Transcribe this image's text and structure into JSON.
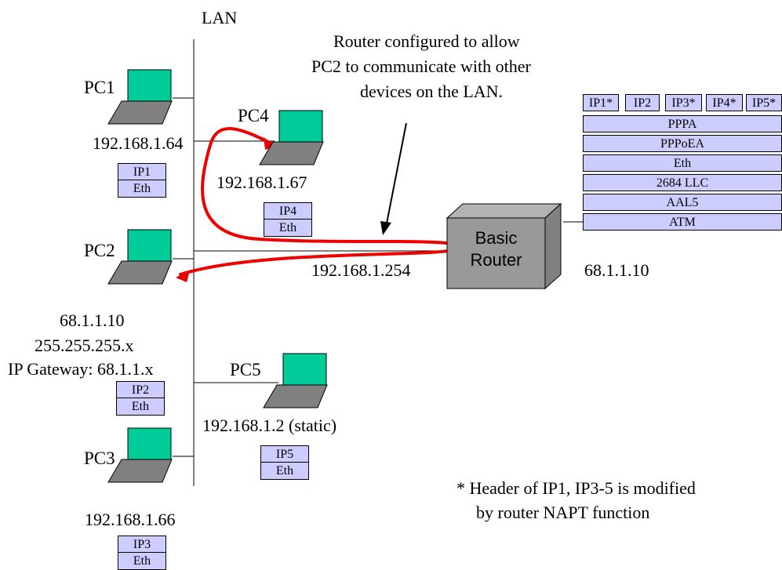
{
  "lan_label": "LAN",
  "callout": {
    "line1": "Router configured to allow",
    "line2": "PC2 to communicate with other",
    "line3": "devices on the LAN."
  },
  "pcs": {
    "pc1": {
      "name": "PC1",
      "ip": "192.168.1.64",
      "packet": [
        "IP1",
        "Eth"
      ]
    },
    "pc2": {
      "name": "PC2",
      "ip": "68.1.1.10",
      "mask": "255.255.255.x",
      "gateway": "IP Gateway: 68.1.1.x",
      "packet": [
        "IP2",
        "Eth"
      ]
    },
    "pc3": {
      "name": "PC3",
      "ip": "192.168.1.66",
      "packet": [
        "IP3",
        "Eth"
      ]
    },
    "pc4": {
      "name": "PC4",
      "ip": "192.168.1.67",
      "packet": [
        "IP4",
        "Eth"
      ]
    },
    "pc5": {
      "name": "PC5",
      "ip": "192.168.1.2 (static)",
      "packet": [
        "IP5",
        "Eth"
      ]
    }
  },
  "router": {
    "line1": "Basic",
    "line2": "Router",
    "lan_ip": "192.168.1.254",
    "wan_ip": "68.1.1.10"
  },
  "wan_stack": {
    "ip_headers": [
      "IP1*",
      "IP2",
      "IP3*",
      "IP4*",
      "IP5*"
    ],
    "layers": [
      "PPPA",
      "PPPoEA",
      "Eth",
      "2684  LLC",
      "AAL5",
      "ATM"
    ]
  },
  "footnote": {
    "line1": "* Header of IP1, IP3-5 is modified",
    "line2": "by router NAPT function"
  },
  "colors": {
    "pc_screen": "#00cc99",
    "pc_base": "#808080",
    "packet_fill": "#ccccff",
    "router_front": "#999999",
    "router_top": "#b3b3b3",
    "router_side": "#808080",
    "path_color": "#ee0000"
  }
}
